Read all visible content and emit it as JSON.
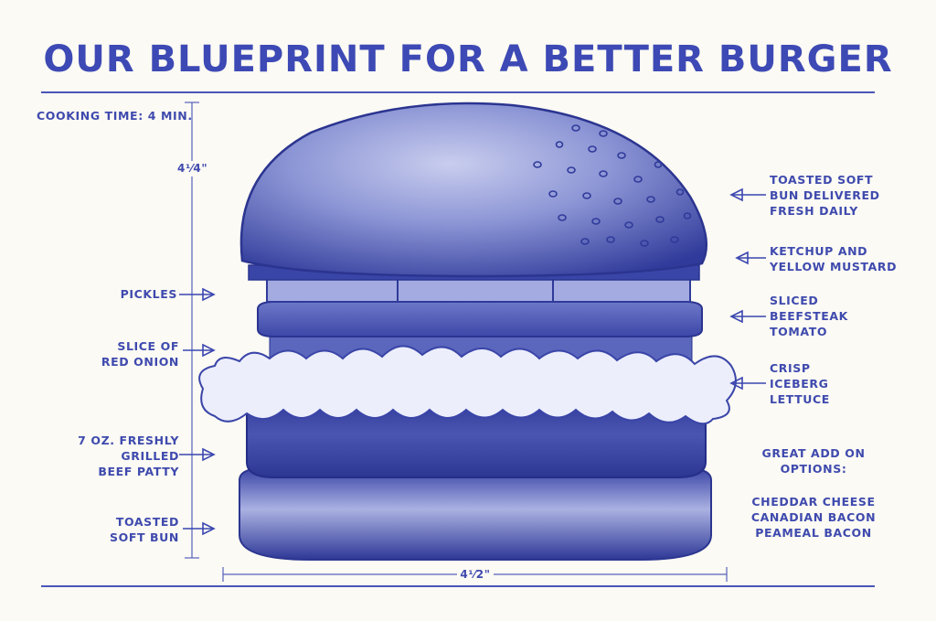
{
  "title": "OUR BLUEPRINT FOR A BETTER BURGER",
  "cooking_time": "COOKING TIME: 4 MIN.",
  "dimensions": {
    "height": "4¹⁄4\"",
    "width": "4¹⁄2\""
  },
  "left_labels": {
    "pickles": "PICKLES",
    "red_onion": "SLICE OF\nRED ONION",
    "patty": "7 OZ. FRESHLY\nGRILLED\nBEEF PATTY",
    "bottom_bun": "TOASTED\nSOFT BUN"
  },
  "right_labels": {
    "top_bun": "TOASTED SOFT\nBUN DELIVERED\nFRESH DAILY",
    "condiments": "KETCHUP AND\nYELLOW MUSTARD",
    "tomato": "SLICED\nBEEFSTEAK\nTOMATO",
    "lettuce": "CRISP\nICEBERG\nLETTUCE"
  },
  "add_ons": {
    "heading": "GREAT ADD ON\nOPTIONS:",
    "items": "CHEDDAR CHEESE\nCANADIAN BACON\nPEAMEAL BACON"
  },
  "colors": {
    "ink": "#3b46b0",
    "paper": "#fbfaf4",
    "shade_dark": "#2f3a9a",
    "shade_light": "#8e97d6"
  }
}
